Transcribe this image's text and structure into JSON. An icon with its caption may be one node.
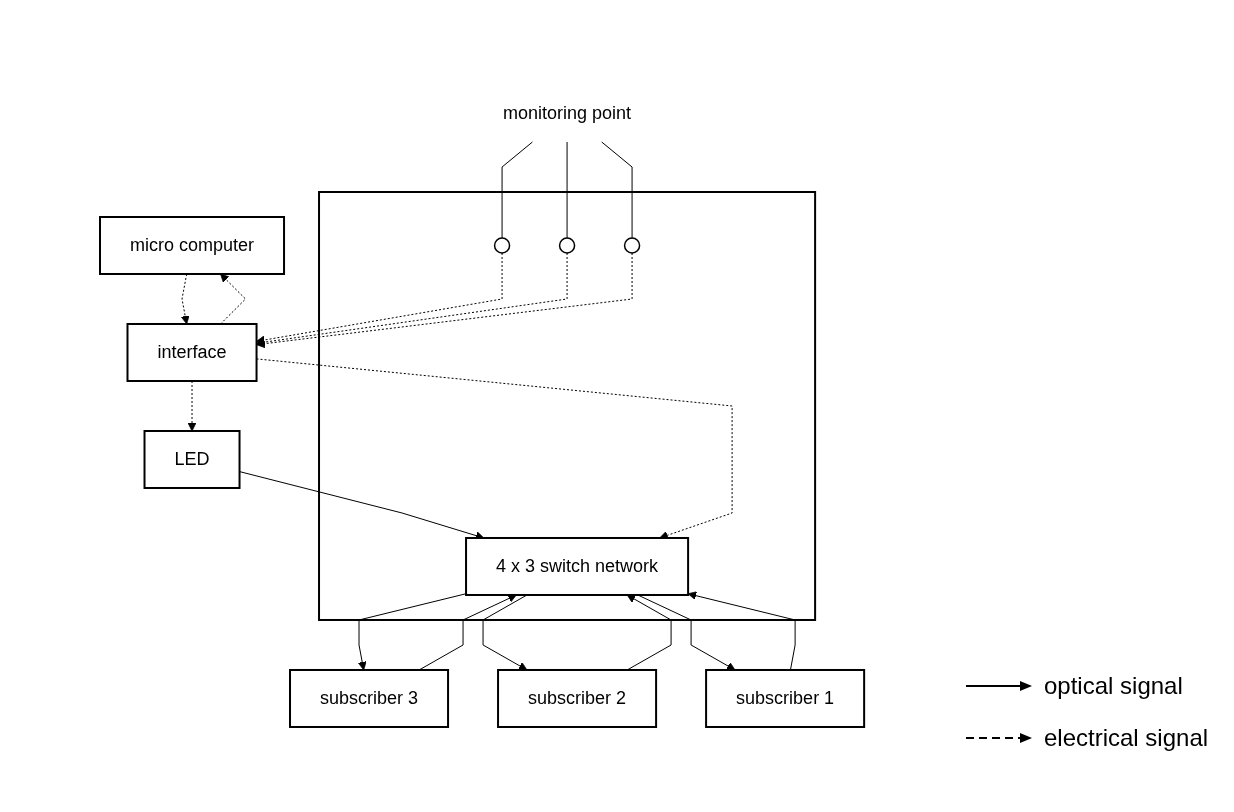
{
  "diagram": {
    "nodes": [
      {
        "text": [
          "monitoring point"
        ]
      },
      {
        "text": [
          "subscriber 1"
        ]
      },
      {
        "text": [
          "LED"
        ]
      },
      {
        "text": [],
        "shape": "box"
      },
      {
        "text": [
          "4 x 3 switch network"
        ],
        "in": 3
      },
      {
        "text": [],
        "shape": "circle",
        "in": 3
      },
      {
        "text": [],
        "shape": "circle",
        "in": 3
      },
      {
        "text": [],
        "shape": "circle",
        "in": 3
      },
      {
        "text": [
          "subscriber 3"
        ]
      },
      {
        "text": [
          "subscriber 2"
        ]
      },
      {
        "text": [
          "micro computer"
        ]
      },
      {
        "text": [
          "interface"
        ]
      }
    ],
    "edges": [
      {
        "from": 2,
        "to": 4,
        "arrow": "to"
      },
      {
        "from": 8,
        "to": 4,
        "arrow": "to"
      },
      {
        "from": 9,
        "to": 4,
        "arrow": "to"
      },
      {
        "from": 1,
        "to": 4,
        "arrow": "to"
      },
      {
        "from": 4,
        "to": 8,
        "arrow": "to"
      },
      {
        "from": 4,
        "to": 9,
        "arrow": "to"
      },
      {
        "from": 4,
        "to": 1,
        "arrow": "to"
      },
      {
        "from": 11,
        "to": 2,
        "arrow": "to",
        "style": "dashed"
      },
      {
        "from": 5,
        "to": 11,
        "arrow": "to",
        "style": "dashed"
      },
      {
        "from": 6,
        "to": 11,
        "arrow": "to",
        "style": "dashed"
      },
      {
        "from": 7,
        "to": 11,
        "arrow": "to",
        "style": "dashed"
      },
      {
        "from": 11,
        "to": 4,
        "arrow": "to",
        "style": "dashed"
      },
      {
        "from": 10,
        "to": 11,
        "arrow": "to",
        "style": "dashed"
      },
      {
        "from": 11,
        "to": 10,
        "arrow": "to",
        "style": "dashed"
      },
      {
        "from": 0,
        "to": 5,
        "arrow": "none"
      },
      {
        "from": 0,
        "to": 6,
        "arrow": "none"
      },
      {
        "from": 0,
        "to": 7,
        "arrow": "none"
      }
    ],
    "legend": [
      {
        "text": "optical signal"
      },
      {
        "text": "electrical signal"
      }
    ]
  }
}
